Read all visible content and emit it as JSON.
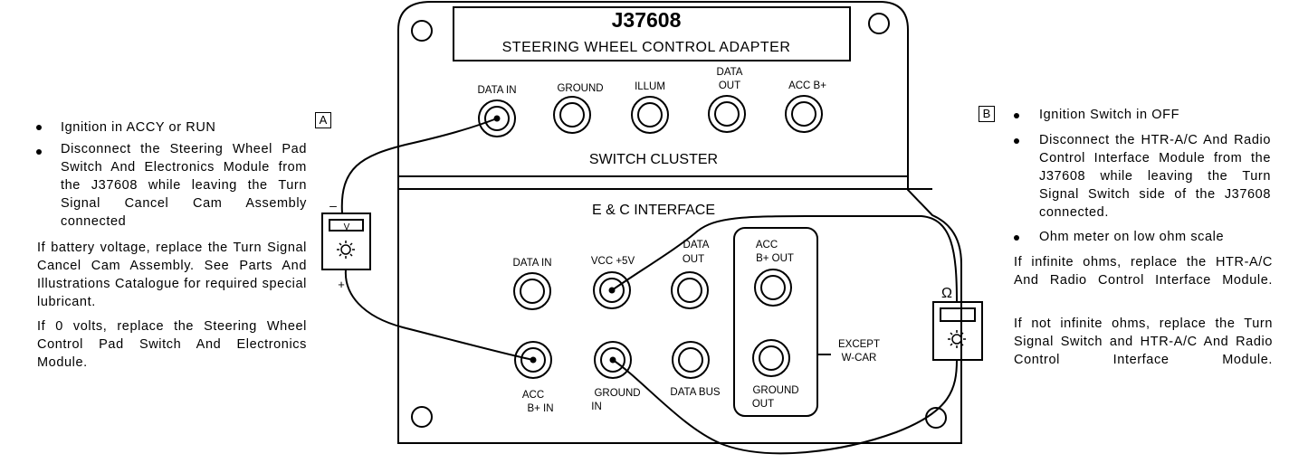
{
  "adapter": {
    "model": "J37608",
    "name": "STEERING WHEEL CONTROL ADAPTER",
    "switch_cluster": {
      "title": "SWITCH CLUSTER",
      "jacks": [
        "DATA IN",
        "GROUND",
        "ILLUM",
        "DATA OUT",
        "ACC B+"
      ]
    },
    "ec_interface": {
      "title": "E & C INTERFACE",
      "top_jacks": [
        "DATA IN",
        "VCC +5V",
        "DATA OUT",
        "ACC B+ OUT"
      ],
      "bottom_jacks": [
        "ACC B+ IN",
        "GROUND IN",
        "DATA BUS",
        "GROUND OUT"
      ],
      "except_note": "EXCEPT W-CAR"
    }
  },
  "meters": {
    "voltmeter": {
      "display": "V",
      "minus": "–",
      "plus": "+"
    },
    "ohmmeter": {
      "symbol": "Ω"
    }
  },
  "left_panel": {
    "box_label": "A",
    "bullets": [
      "Ignition in ACCY or RUN",
      "Disconnect the Steering Wheel Pad Switch And Electronics Module from the J37608 while leaving the Turn Signal Cancel Cam Assembly connected"
    ],
    "results": [
      "If battery voltage, replace the Turn Signal Cancel Cam Assembly. See Parts And Illustrations Catalogue for required special lubricant.",
      "If 0 volts, replace the Steering Wheel Control Pad Switch And Electronics Module."
    ]
  },
  "right_panel": {
    "box_label": "B",
    "bullets": [
      "Ignition Switch in OFF",
      "Disconnect the HTR-A/C And Radio Control Interface Module from the J37608 while leaving the Turn Signal Switch side of the J37608 connected.",
      "Ohm meter on low ohm scale"
    ],
    "results": [
      "If infinite ohms, replace the HTR-A/C And Radio Control Interface Module.",
      "If not infinite ohms, replace the Turn Signal Switch and HTR-A/C And Radio Control Interface Module."
    ]
  }
}
